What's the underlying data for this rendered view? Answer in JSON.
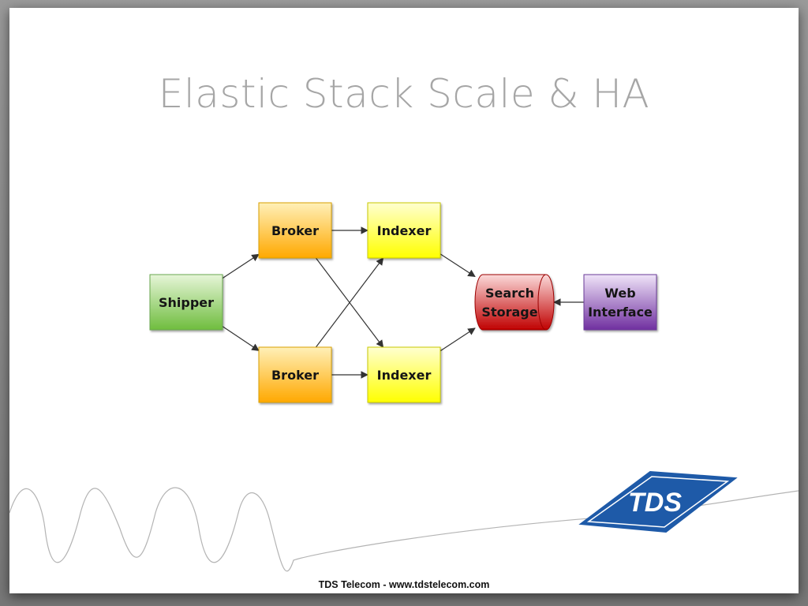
{
  "slide": {
    "title": "Elastic Stack Scale & HA",
    "footer": "TDS Telecom - www.tdstelecom.com"
  },
  "diagram": {
    "nodes": [
      {
        "id": "shipper",
        "lines": [
          "Shipper"
        ],
        "color": "#8fd160"
      },
      {
        "id": "broker-top",
        "lines": [
          "Broker"
        ],
        "color": "#ffc02a"
      },
      {
        "id": "broker-bottom",
        "lines": [
          "Broker"
        ],
        "color": "#ffc02a"
      },
      {
        "id": "indexer-top",
        "lines": [
          "Indexer"
        ],
        "color": "#ffff2a"
      },
      {
        "id": "indexer-bottom",
        "lines": [
          "Indexer"
        ],
        "color": "#ffff2a"
      },
      {
        "id": "search-storage",
        "lines": [
          "Search",
          "Storage"
        ],
        "color": "#d21f1f"
      },
      {
        "id": "web-interface",
        "lines": [
          "Web",
          "Interface"
        ],
        "color": "#8a4fc2"
      }
    ],
    "edges": [
      [
        "shipper",
        "broker-top"
      ],
      [
        "shipper",
        "broker-bottom"
      ],
      [
        "broker-top",
        "indexer-top"
      ],
      [
        "broker-top",
        "indexer-bottom"
      ],
      [
        "broker-bottom",
        "indexer-top"
      ],
      [
        "broker-bottom",
        "indexer-bottom"
      ],
      [
        "indexer-top",
        "search-storage"
      ],
      [
        "indexer-bottom",
        "search-storage"
      ],
      [
        "web-interface",
        "search-storage"
      ]
    ]
  },
  "logo": {
    "text": "TDS",
    "mark": "®",
    "color": "#1e5aa8"
  }
}
